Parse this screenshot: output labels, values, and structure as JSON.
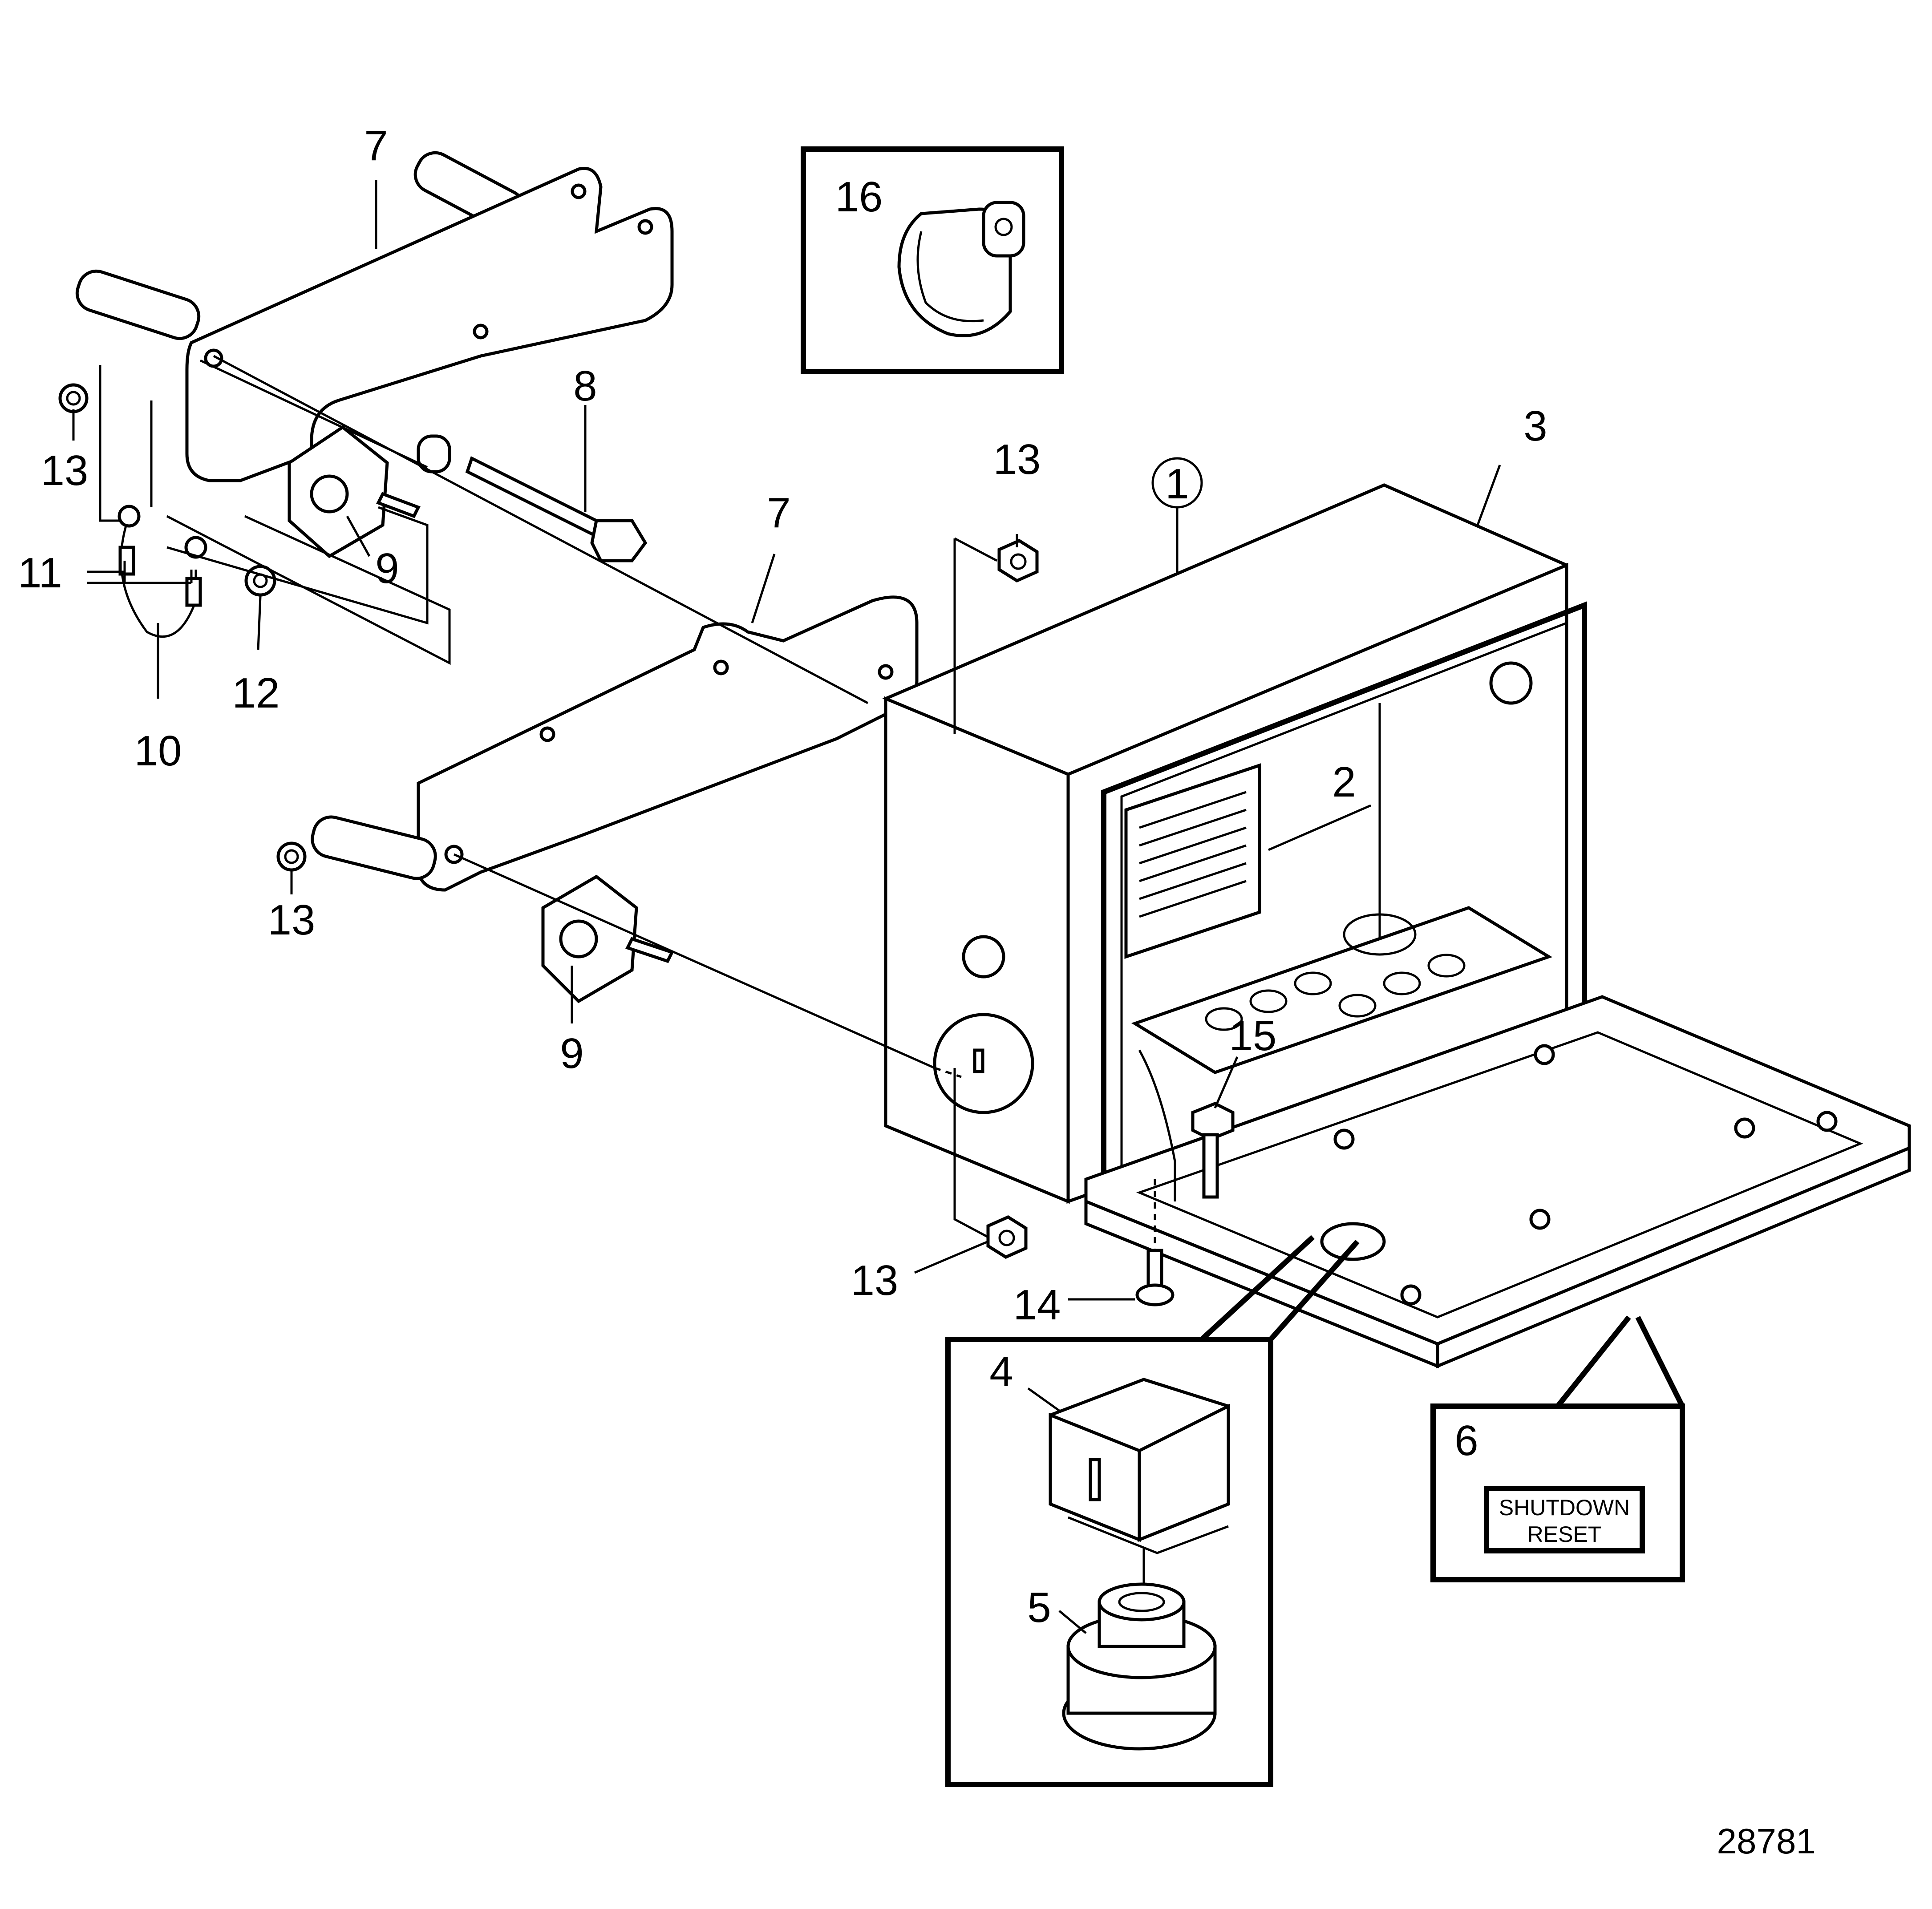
{
  "callouts": {
    "c1": "1",
    "c2": "2",
    "c3": "3",
    "c4": "4",
    "c5": "5",
    "c6": "6",
    "c7a": "7",
    "c7b": "7",
    "c8": "8",
    "c9a": "9",
    "c9b": "9",
    "c10": "10",
    "c11": "11",
    "c12": "12",
    "c13a": "13",
    "c13b": "13",
    "c13c": "13",
    "c13d": "13",
    "c14": "14",
    "c15": "15",
    "c16": "16"
  },
  "decal": {
    "line1": "SHUTDOWN",
    "line2": "RESET"
  },
  "document_number": "28781"
}
